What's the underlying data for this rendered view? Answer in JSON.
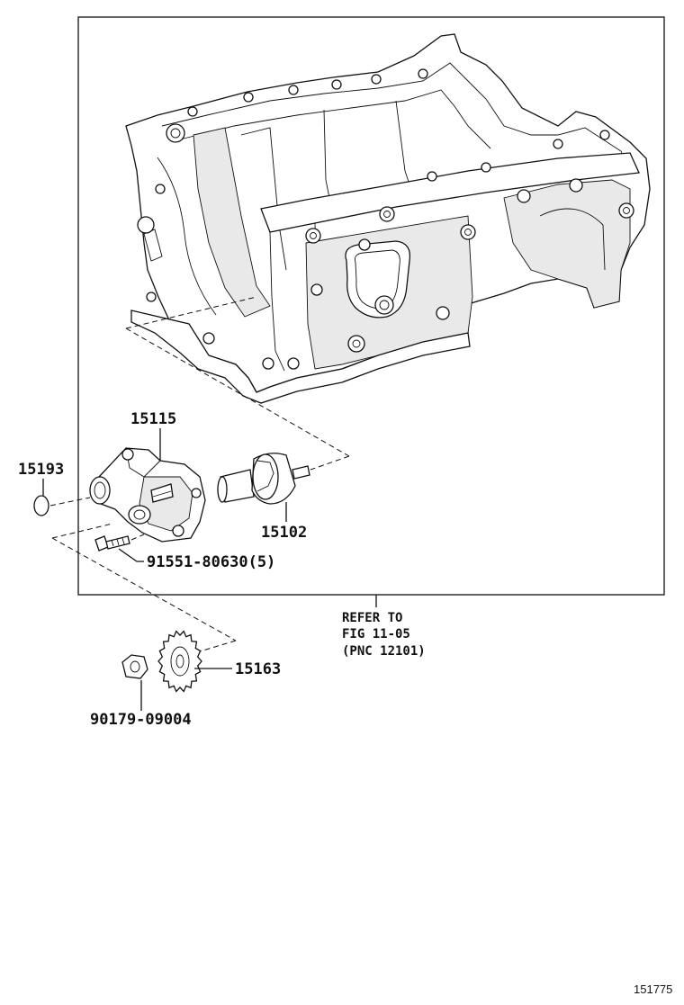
{
  "diagram": {
    "labels": {
      "p15115": "15115",
      "p15193": "15193",
      "p15102": "15102",
      "p91551": "91551-80630(5)",
      "p15163": "15163",
      "p90179": "90179-09004"
    },
    "refer": {
      "line1": "REFER TO",
      "line2": "FIG 11-05",
      "line3": "(PNC 12101)"
    },
    "figure_code": "151775"
  }
}
